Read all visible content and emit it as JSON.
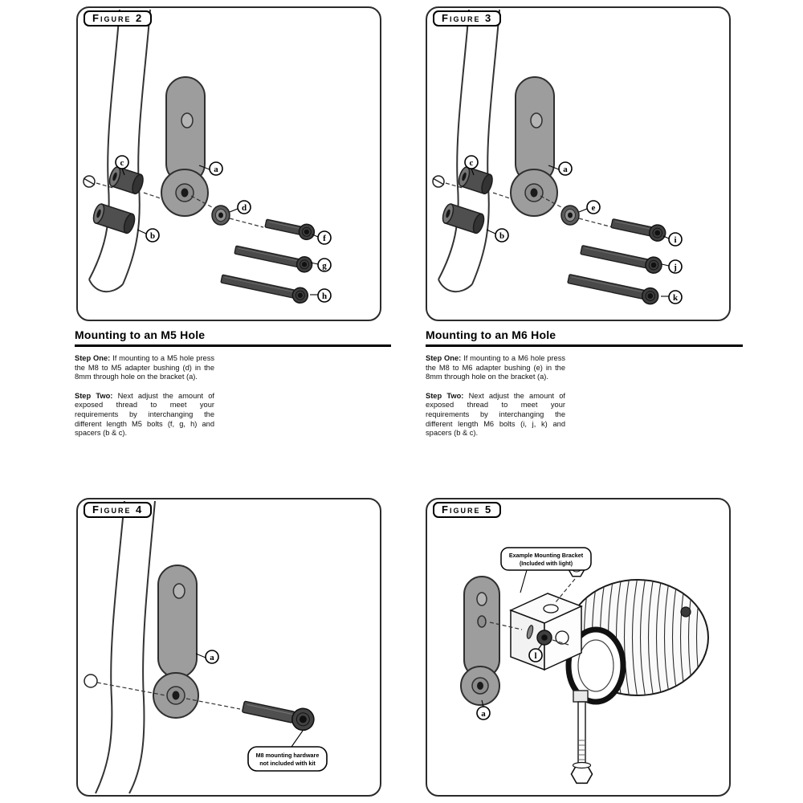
{
  "figures": {
    "fig2": {
      "badge": "Figure 2",
      "labels": {
        "a": "a",
        "b": "b",
        "c": "c",
        "d": "d",
        "f": "f",
        "g": "g",
        "h": "h"
      }
    },
    "fig3": {
      "badge": "Figure 3",
      "labels": {
        "a": "a",
        "b": "b",
        "c": "c",
        "e": "e",
        "i": "i",
        "j": "j",
        "k": "k"
      }
    },
    "fig4": {
      "badge": "Figure 4",
      "labels": {
        "a": "a"
      },
      "callout": {
        "line1": "M8 mounting hardware",
        "line2": "not included with kit"
      }
    },
    "fig5": {
      "badge": "Figure 5",
      "labels": {
        "a": "a",
        "l": "l"
      },
      "callout": {
        "line1": "Example Mounting Bracket",
        "line2": "(Included with light)"
      }
    }
  },
  "sections": {
    "m5": {
      "heading": "Mounting to an M5 Hole",
      "step_one_label": "Step One:",
      "step_one_text": "If mounting to a M5 hole press the M8 to M5 adapter bushing (d) in the 8mm through hole on the bracket (a).",
      "step_two_label": "Step Two:",
      "step_two_text": "Next adjust the amount of exposed thread to meet your requirements by interchanging the different length M5 bolts (f, g, h) and spacers (b & c)."
    },
    "m6": {
      "heading": "Mounting to an M6 Hole",
      "step_one_label": "Step One:",
      "step_one_text": "If mounting to a M6 hole press the M8 to M6 adapter bushing (e) in the 8mm through hole on the bracket (a).",
      "step_two_label": "Step Two:",
      "step_two_text": "Next adjust the amount of exposed thread to meet your requirements by interchanging the different length M6 bolts (i, j, k) and spacers (b & c)."
    }
  },
  "colors": {
    "bracket": "#9d9d9d",
    "hardware": "#4a4a4a",
    "line": "#1a1a1a"
  }
}
